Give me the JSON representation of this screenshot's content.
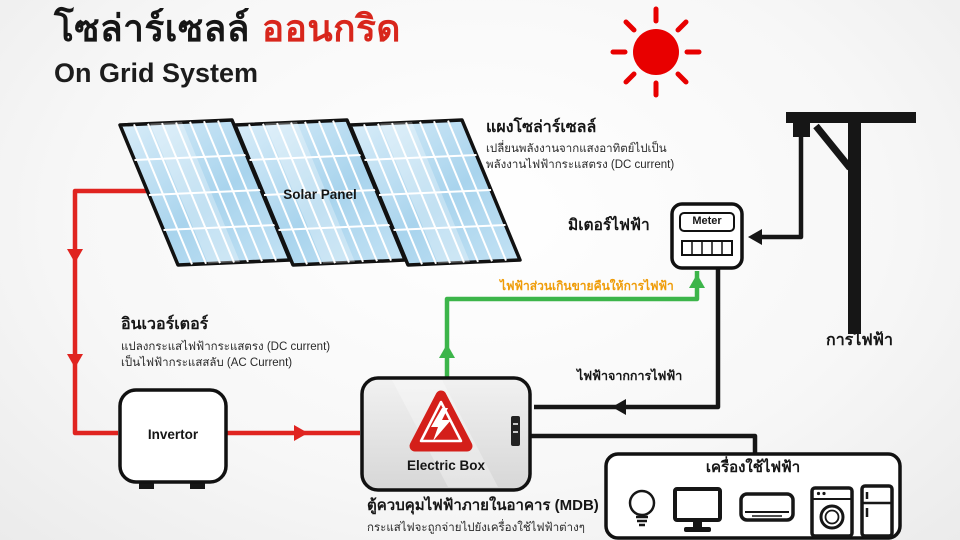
{
  "header": {
    "title_black": "โซล่าร์เซลล์",
    "title_red": "ออนกริด",
    "subtitle": "On Grid System"
  },
  "solar": {
    "label": "แผงโซล่าร์เซลล์",
    "desc1": "เปลี่ยนพลังงานจากแสงอาทิตย์ไปเป็น",
    "desc2": "พลังงานไฟฟ้ากระแสตรง (DC current)",
    "panel_text": "Solar Panel"
  },
  "meter": {
    "label": "มิเตอร์ไฟฟ้า",
    "box_text": "Meter"
  },
  "grid": {
    "label": "การไฟฟ้า"
  },
  "inverter": {
    "label": "อินเวอร์เตอร์",
    "desc1": "แปลงกระแสไฟฟ้ากระแสตรง (DC current)",
    "desc2": "เป็นไฟฟ้ากระแสสลับ (AC Current)",
    "box_text": "Invertor"
  },
  "electric_box": {
    "box_text": "Electric Box",
    "label": "ตู้ควบคุมไฟฟ้าภายในอาคาร (MDB)",
    "desc": "กระแสไฟจะถูกจ่ายไปยังเครื่องใช้ไฟฟ้าต่างๆ"
  },
  "flows": {
    "sell_back": "ไฟฟ้าส่วนเกินขายคืนให้การไฟฟ้า",
    "from_grid": "ไฟฟ้าจากการไฟฟ้า"
  },
  "appliances": {
    "label": "เครื่องใช้ไฟฟ้า",
    "icons": [
      "light-bulb",
      "tv-monitor",
      "air-conditioner",
      "washing-machine",
      "refrigerator"
    ]
  },
  "colors": {
    "red": "#d8261c",
    "green": "#3cb54a",
    "orange": "#ef9c08",
    "black": "#161616",
    "panel_blue": "#aed7ee"
  }
}
